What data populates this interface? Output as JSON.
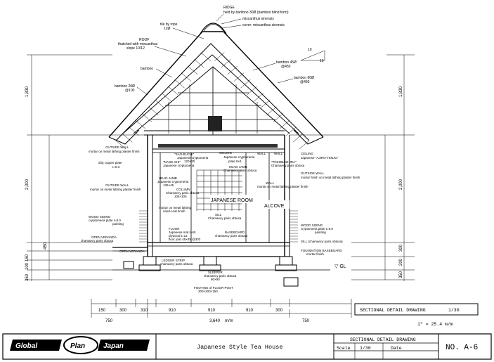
{
  "roof": {
    "ridge": "RIDGE",
    "ridge_note": "held by bamboo 30Ø (bamboo blind form)",
    "ridge_sub1": "miscanthus sinensis",
    "ridge_sub2": "cover: miscanthus sinensis",
    "tile_by_rope": "tile by rope",
    "tile_by_rope_size": "12Ø",
    "roof_label": "ROOF",
    "roof_note1": "thatched with miscanthus",
    "roof_note2": "slope 10/12",
    "bamboo": "bamboo",
    "bamboo_20": "bamboo 20Ø",
    "bamboo_20_sp": "@100",
    "bamboo_45": "bamboo 45Ø",
    "bamboo_45_sp": "@450",
    "bamboo_60": "bamboo 60Ø",
    "bamboo_60_sp": "@450",
    "slope_run": "10",
    "slope_rise": "10"
  },
  "interior": {
    "head_jamb_label": "\"SAO-BUCHI\"",
    "head_jamb_note1": "Japanese cryptomeria",
    "head_jamb_note2": "120×30",
    "wallbeam_label": "\"NAGE-SHI\"",
    "wallbeam_note": "Japanese cryptomeria",
    "ceiling_label": "CEILING",
    "ceiling_note1": "Japanese cryptomeria",
    "ceiling_note2": "plate 9×4",
    "wall_label": "WALL",
    "wall_label2": "WALL",
    "head_jamb2": "HEAD JAMB",
    "head_jamb2_note": "Chamaecy paris obtusa",
    "ceiling_r_label": "CEILING",
    "ceiling_r_note": "Japanese \"AJIRO-TENJO\"",
    "toko_label": "\"TOKOBASHIRA\"",
    "toko_note": "Chamaecy paris obtusa",
    "outside_wall": "OUTSIDE WALL",
    "outside_wall_note": "mortar on metal lathing plaster finish",
    "outside_wall_r": "OUTSIDE WALL",
    "outside_wall_r_note": "mortar finish on metal lathing plaster finish",
    "drip_copper": "drip copper plate",
    "drip_copper_size": "t=0.3",
    "outside_wall2": "OUTSIDE WALL",
    "outside_wall2_note": "mortar on metal lathing plaster finish",
    "head_jamb_l": "HEAD JAMB",
    "head_jamb_l_note": "Japanese cryptomeria",
    "head_jamb_l_size": "135×45",
    "column_label": "COLUMN",
    "column_note": "Chamaecy paris obtusa",
    "column_size": "105×105",
    "mortar_inside": "mortar on metal lathing",
    "mortar_inside2": "sand-coat finish",
    "sill_label": "SILL",
    "sill_note": "Chamaecy paris obtusa",
    "wall_r3": "WALL",
    "wall_r3_note": "mortar on metal lathing plaster finish",
    "room_label": "JAPANESE ROOM",
    "alcove_label": "ALCOVE",
    "floor_label": "FLOOR",
    "floor_note1": "Japanese mat t=60",
    "floor_note2": "plywood t=12",
    "floor_note3": "floor joist 45×45 @303",
    "baseboard_label": "BASEBOARD",
    "baseboard_note": "chamaecy paris obtusa",
    "wood_siding_l": "WOOD SIDING",
    "wood_siding_l_note": "cryptomeria plate t=9.0",
    "wood_siding_l_note2": "painting",
    "wood_siding_r": "WOOD SIDING",
    "wood_siding_r_note": "cryptomeria plate t=9.0",
    "wood_siding_r_note2": "painting",
    "sill_r": "SILL (chamaecy paris obtusa)",
    "open_veranda": "OPEN VERANDA",
    "open_veranda_note": "chamaecy paris obtusa",
    "open_veranda2": "OPEN VERANDA",
    "ledger_strip": "LEDGER STRIP",
    "ledger_note": "chamaecy paris obtusa",
    "sleeper": "SLEEPER",
    "sleeper_note": "chamaecy paris obtusa",
    "sleeper_size": "90×90",
    "footing": "FOOTING of FLOOR POST",
    "footing_size": "200×200×150",
    "foundation": "FOUNDATION BASEBOARD",
    "foundation_note": "mortar finish",
    "gl": "▽ GL"
  },
  "dims": {
    "left_roof": "1,830",
    "left_wall": "2,000",
    "left_low1": "450",
    "left_low2": "150",
    "left_low3": "100",
    "left_low4": "350",
    "right_roof": "1,830",
    "right_wall": "2,000",
    "right_low1": "300",
    "right_low2": "200",
    "right_low3": "350",
    "bottom": [
      "150",
      "300",
      "310",
      "910",
      "910",
      "910",
      "300",
      "750"
    ],
    "bottom_total": "3,640",
    "bottom_total_unit": "m/m",
    "bottom_left_750": "750",
    "bottom_right_750": "750"
  },
  "sheet_box": {
    "title": "SECTIONAL DETAIL DRAWING",
    "scale": "1/30",
    "conversion": "1\" = 25.4 m/m"
  },
  "title_block": {
    "logo_left": "Global",
    "logo_mid": "Plan",
    "logo_right": "Japan",
    "project": "Japanese Style Tea House",
    "sheet_title": "SECTIONAL DETAIL DRAWING",
    "scale_label": "Scale",
    "scale_value": "1/30",
    "date_label": "Date",
    "drawing_no": "NO. A-6"
  }
}
